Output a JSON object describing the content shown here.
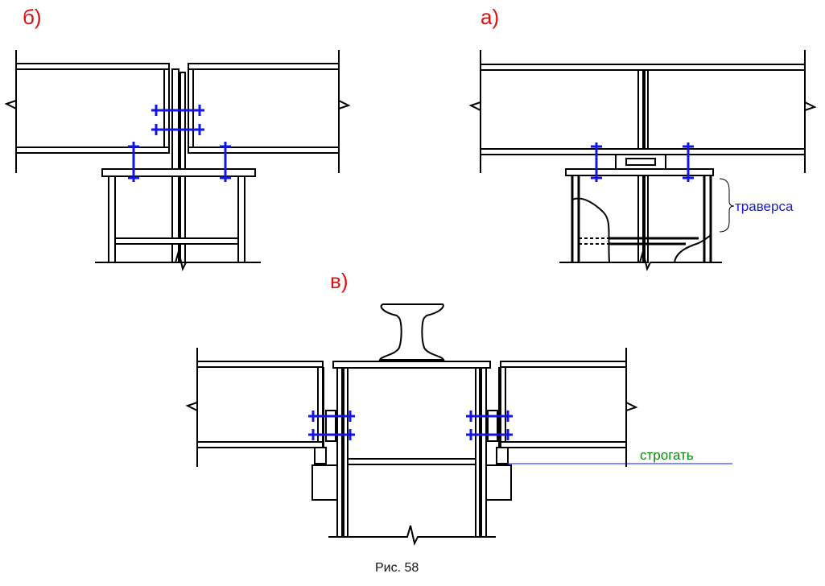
{
  "labels": {
    "panel_b": "б)",
    "panel_a": "а)",
    "panel_v": "в)",
    "traversa": "траверса",
    "strogat": "строгать",
    "caption": "Рис. 58"
  },
  "colors": {
    "panel_label": "#e01010",
    "bolts": "#1414e6",
    "annotation_traversa": "#1a1adc",
    "annotation_strogat": "#0a8a0a",
    "line": "#000000"
  }
}
